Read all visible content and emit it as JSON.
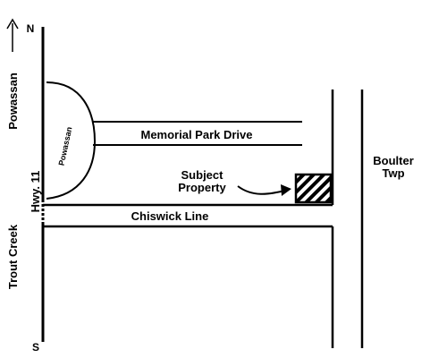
{
  "labels": {
    "north": "N",
    "south": "S",
    "powassan_left": "Powassan",
    "powassan_area": "Powassan",
    "hwy": "Hwy. 11",
    "trout_creek": "Trout Creek",
    "memorial_park_drive": "Memorial Park Drive",
    "chiswick_line": "Chiswick Line",
    "subject_line1": "Subject",
    "subject_line2": "Property",
    "boulter_line1": "Boulter",
    "boulter_line2": "Twp"
  },
  "colors": {
    "ink": "#000000",
    "background": "#ffffff"
  },
  "icons": {
    "north_arrow": "arrow-up-icon",
    "subject_marker": "hatched-parcel-icon",
    "pointer": "curved-arrow-icon"
  }
}
